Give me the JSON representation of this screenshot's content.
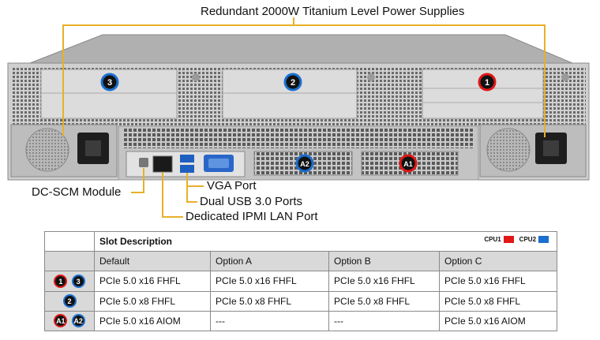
{
  "callouts": {
    "power": "Redundant  2000W Titanium Level Power Supplies",
    "dcscm": "DC-SCM Module",
    "vga": "VGA Port",
    "usb": "Dual USB 3.0 Ports",
    "ipmi": "Dedicated IPMI  LAN Port"
  },
  "slot_badges": {
    "s1": "1",
    "s2": "2",
    "s3": "3",
    "a1": "A1",
    "a2": "A2"
  },
  "colors": {
    "cpu1": "#e01818",
    "cpu2": "#1a6fd1",
    "callout_line": "#e8b028"
  },
  "table": {
    "title": "Slot Description",
    "legend": {
      "cpu1": "CPU1",
      "cpu2": "CPU2"
    },
    "headers": [
      "Default",
      "Option A",
      "Option B",
      "Option C"
    ],
    "rows": [
      {
        "icons": [
          "1",
          "3"
        ],
        "cells": [
          "PCIe 5.0 x16 FHFL",
          "PCIe 5.0 x16 FHFL",
          "PCIe 5.0 x16 FHFL",
          "PCIe 5.0 x16 FHFL"
        ]
      },
      {
        "icons": [
          "2"
        ],
        "cells": [
          "PCIe 5.0 x8 FHFL",
          "PCIe 5.0 x8 FHFL",
          "PCIe 5.0 x8 FHFL",
          "PCIe 5.0 x8 FHFL"
        ]
      },
      {
        "icons": [
          "A1",
          "A2"
        ],
        "cells": [
          "PCIe 5.0 x16 AIOM",
          "---",
          "---",
          "PCIe 5.0 x16 AIOM"
        ]
      }
    ]
  }
}
